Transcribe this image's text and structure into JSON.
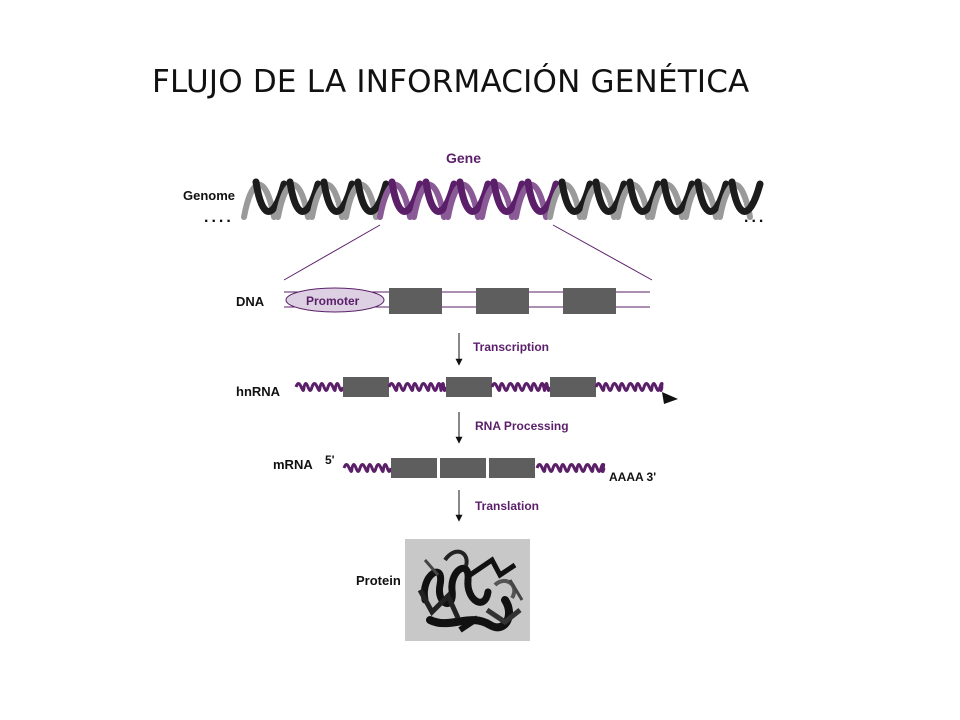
{
  "title": "FLUJO DE LA INFORMACIÓN GENÉTICA",
  "colors": {
    "accent": "#5b1f6a",
    "exon": "#5e5e5e",
    "strand_dark": "#1c1c1c",
    "strand_light": "#9a9a9a",
    "promoter_fill": "#ddd0e2",
    "protein_bg": "#c8c8c8"
  },
  "diagram": {
    "gene_label": "Gene",
    "genome_label": "Genome",
    "ellipsis_left": "....",
    "ellipsis_right": "...",
    "dna_label": "DNA",
    "promoter_label": "Promoter",
    "hnrna_label": "hnRNA",
    "mrna_label": "mRNA",
    "protein_label": "Protein",
    "five_prime": "5'",
    "poly_a_tail": "AAAA 3'",
    "steps": {
      "transcription": "Transcription",
      "rna_processing": "RNA Processing",
      "translation": "Translation"
    }
  }
}
